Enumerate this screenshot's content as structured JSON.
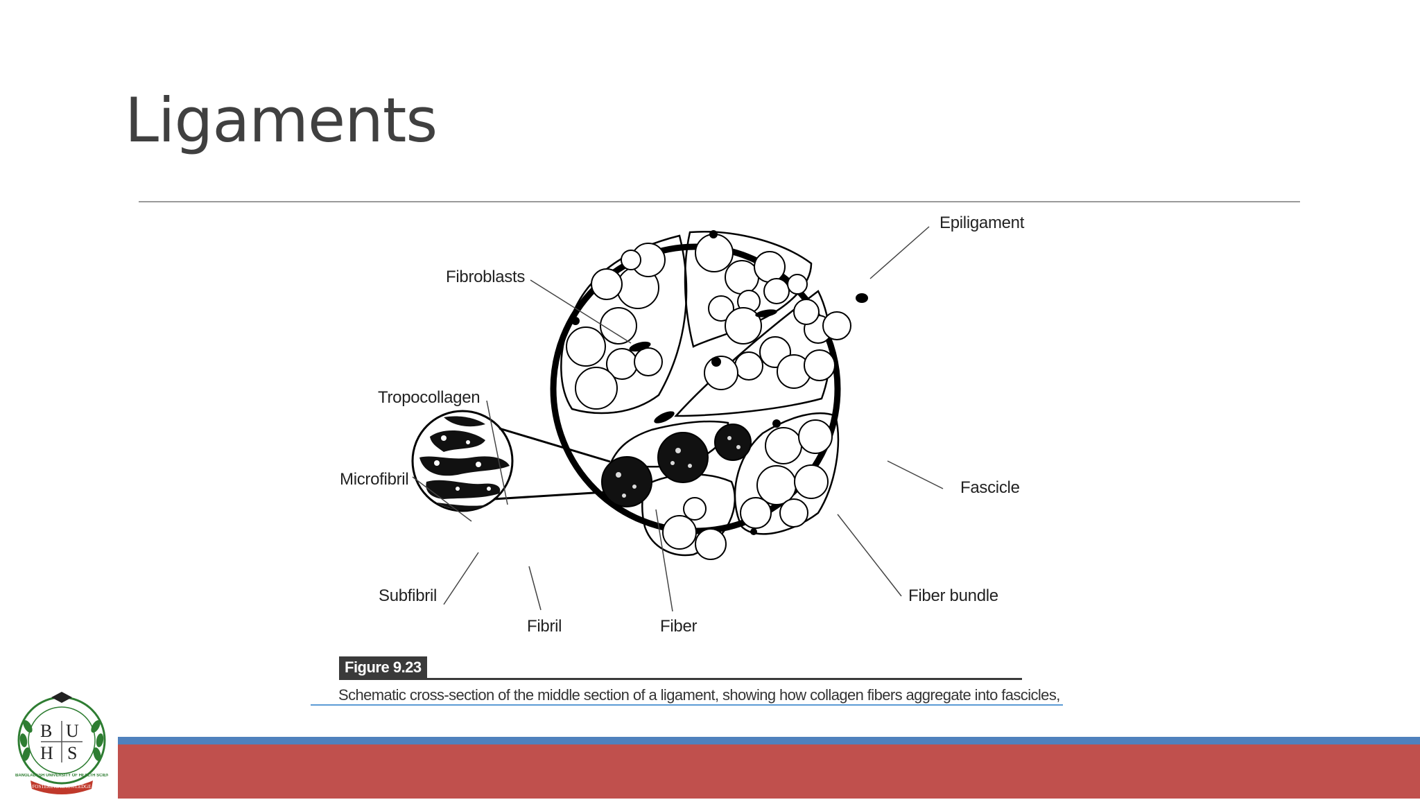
{
  "slide": {
    "title": "Ligaments"
  },
  "figure": {
    "labels": {
      "epiligament": "Epiligament",
      "fibroblasts": "Fibroblasts",
      "tropocollagen": "Tropocollagen",
      "microfibril": "Microfibril",
      "subfibril": "Subfibril",
      "fibril": "Fibril",
      "fiber": "Fiber",
      "fascicle": "Fascicle",
      "fiber_bundle": "Fiber bundle"
    },
    "tag": "Figure 9.23",
    "caption": "Schematic cross-section of the middle section of a ligament, showing how collagen fibers aggregate into fascicles,"
  },
  "logo": {
    "letters": [
      "B",
      "U",
      "H",
      "S"
    ],
    "ring_text": "BANGLADESH UNIVERSITY OF HEALTH SCIENCES",
    "motto": "FOSTERING KNOWLEDGE"
  },
  "colors": {
    "title": "#404040",
    "footer_blue": "#4f81bd",
    "footer_red": "#c0504d",
    "caption_rule": "#5b9bd5"
  }
}
